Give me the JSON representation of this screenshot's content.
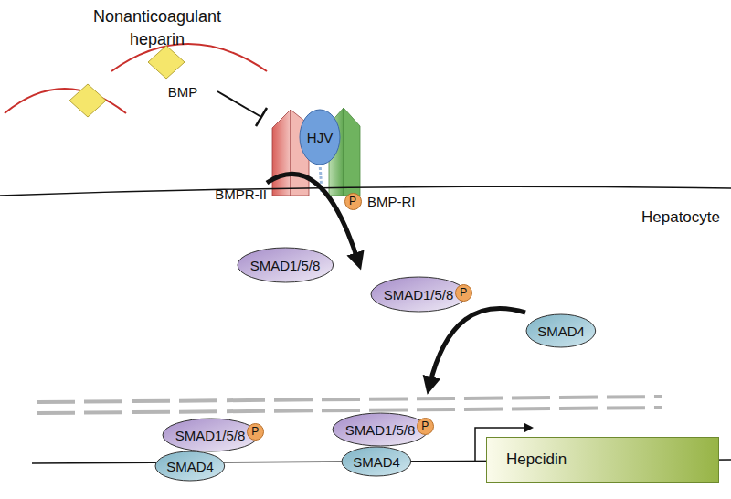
{
  "diagram": {
    "nodes": [
      {
        "text": [
          "HJV"
        ]
      },
      {
        "text": [
          "SMAD1/5/8"
        ]
      },
      {
        "text": [
          "SMAD1/5/8"
        ]
      },
      {
        "text": [
          "SMAD4"
        ]
      },
      {
        "text": [
          "SMAD1/5/8"
        ]
      },
      {
        "text": [
          "SMAD4"
        ]
      },
      {
        "text": [
          "SMAD1/5/8"
        ]
      },
      {
        "text": [
          "SMAD4"
        ]
      },
      {
        "text": [
          "Hepcidin"
        ]
      }
    ],
    "labels": [
      "Nonanticoagulant heparin",
      "BMP",
      "BMPR-II",
      "P",
      "BMP-RI",
      "Hepatocyte",
      "P",
      "P",
      "P"
    ]
  }
}
